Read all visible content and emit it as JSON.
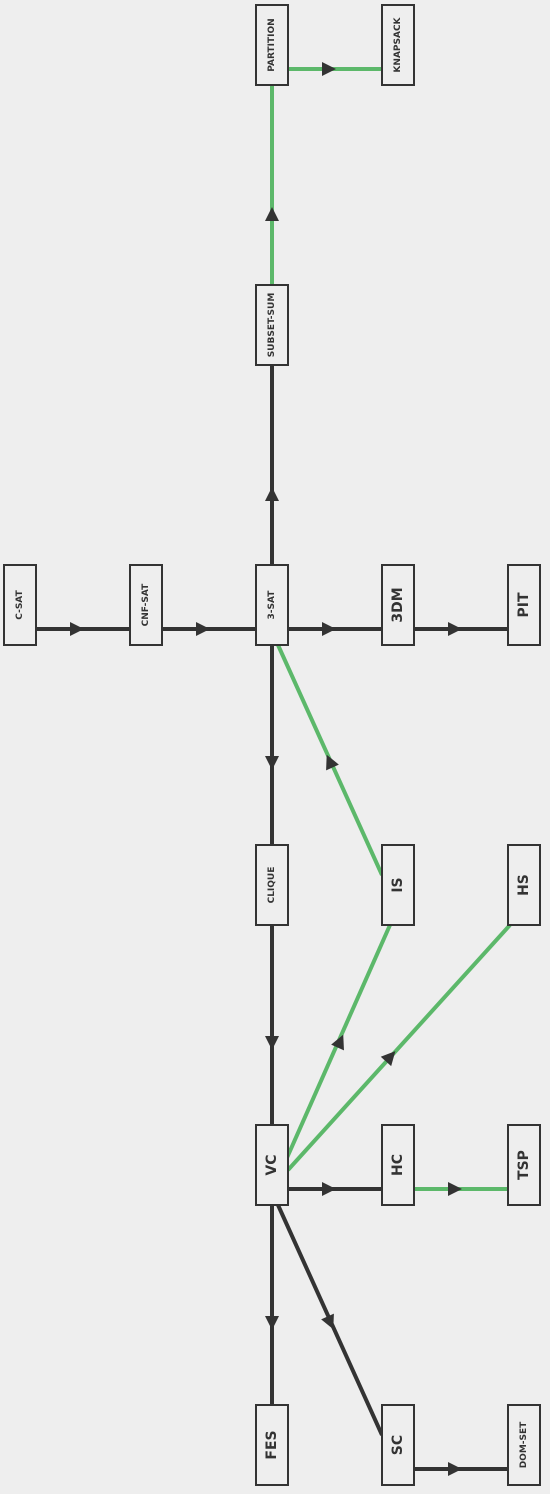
{
  "colors": {
    "background": "#eeeeee",
    "default_edge": "#333333",
    "highlight_edge": "#5cb86a",
    "node_border": "#333333",
    "text": "#333333"
  },
  "nodes": [
    {
      "id": "csat",
      "label": "C-SAT"
    },
    {
      "id": "cnfsat",
      "label": "CNF-SAT"
    },
    {
      "id": "3sat",
      "label": "3-SAT"
    },
    {
      "id": "3dm",
      "label": "3DM"
    },
    {
      "id": "pit",
      "label": "PIT"
    },
    {
      "id": "subsetsum",
      "label": "SUBSET-SUM"
    },
    {
      "id": "partition",
      "label": "PARTITION"
    },
    {
      "id": "knapsack",
      "label": "KNAPSACK"
    },
    {
      "id": "clique",
      "label": "CLIQUE"
    },
    {
      "id": "is",
      "label": "IS"
    },
    {
      "id": "hs",
      "label": "HS"
    },
    {
      "id": "vc",
      "label": "VC"
    },
    {
      "id": "hc",
      "label": "HC"
    },
    {
      "id": "tsp",
      "label": "TSP"
    },
    {
      "id": "fes",
      "label": "FES"
    },
    {
      "id": "sc",
      "label": "SC"
    },
    {
      "id": "domset",
      "label": "DOM-SET"
    }
  ],
  "edges": [
    {
      "from": "csat",
      "to": "cnfsat",
      "highlight": false
    },
    {
      "from": "cnfsat",
      "to": "3sat",
      "highlight": false
    },
    {
      "from": "3sat",
      "to": "3dm",
      "highlight": false
    },
    {
      "from": "3dm",
      "to": "pit",
      "highlight": false
    },
    {
      "from": "3sat",
      "to": "subsetsum",
      "highlight": false
    },
    {
      "from": "subsetsum",
      "to": "partition",
      "highlight": true
    },
    {
      "from": "partition",
      "to": "knapsack",
      "highlight": true
    },
    {
      "from": "3sat",
      "to": "clique",
      "highlight": false
    },
    {
      "from": "is",
      "to": "3sat",
      "highlight": true
    },
    {
      "from": "clique",
      "to": "vc",
      "highlight": false
    },
    {
      "from": "vc",
      "to": "is",
      "highlight": true
    },
    {
      "from": "vc",
      "to": "hs",
      "highlight": true
    },
    {
      "from": "vc",
      "to": "hc",
      "highlight": false
    },
    {
      "from": "hc",
      "to": "tsp",
      "highlight": true
    },
    {
      "from": "vc",
      "to": "fes",
      "highlight": false
    },
    {
      "from": "vc",
      "to": "sc",
      "highlight": false
    },
    {
      "from": "sc",
      "to": "domset",
      "highlight": false
    }
  ]
}
